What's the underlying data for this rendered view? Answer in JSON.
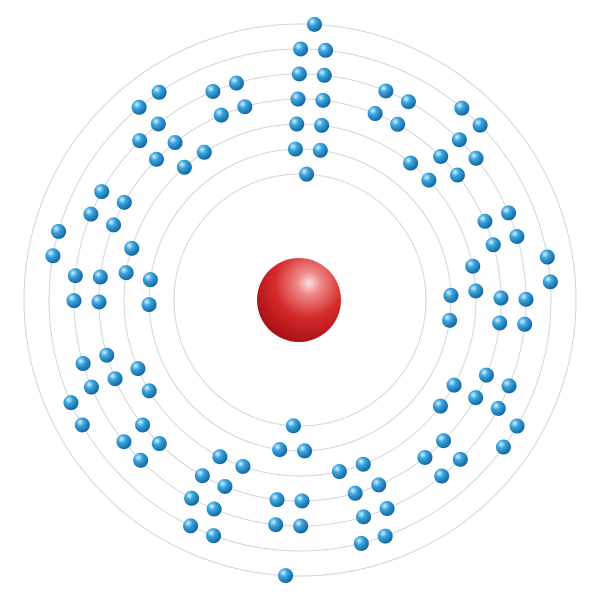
{
  "diagram": {
    "type": "bohr-model",
    "shells": [
      {
        "shell": 1,
        "electrons": 2
      },
      {
        "shell": 2,
        "electrons": 8
      },
      {
        "shell": 3,
        "electrons": 18
      },
      {
        "shell": 4,
        "electrons": 32
      },
      {
        "shell": 5,
        "electrons": 32
      },
      {
        "shell": 6,
        "electrons": 18
      },
      {
        "shell": 7,
        "electrons": 2
      }
    ],
    "total_electrons": 112,
    "colors": {
      "background": "#ffffff",
      "orbit": "#cfd6da",
      "nucleus": "#d42a2a",
      "electron": "#1a8ac8"
    }
  }
}
